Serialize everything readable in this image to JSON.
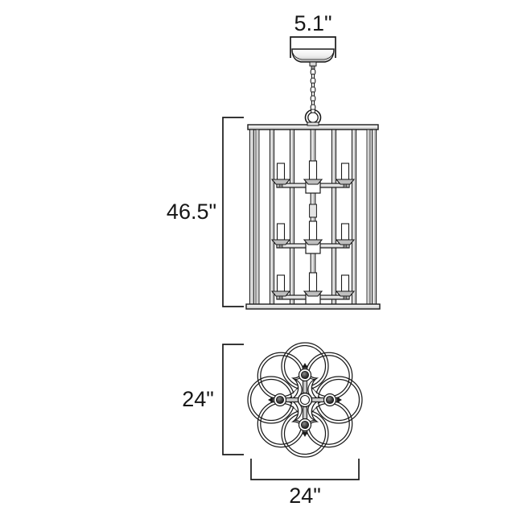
{
  "drawing": {
    "title": "Lighting fixture dimension drawing",
    "background_color": "#ffffff",
    "line_color": "#1a1a1a",
    "fill_color": "#ffffff",
    "shade_color": "#d4d4d4",
    "text_color": "#161616"
  },
  "dimensions": {
    "canopy_width": {
      "label": "5.1\"",
      "value": 5.1,
      "unit": "in",
      "axis": "horizontal",
      "describes": "canopy-width"
    },
    "overall_height": {
      "label": "46.5\"",
      "value": 46.5,
      "unit": "in",
      "axis": "vertical",
      "describes": "fixture-body-height"
    },
    "plan_height": {
      "label": "24\"",
      "value": 24,
      "unit": "in",
      "axis": "vertical",
      "describes": "plan-view-diameter"
    },
    "plan_width": {
      "label": "24\"",
      "value": 24,
      "unit": "in",
      "axis": "horizontal",
      "describes": "plan-view-diameter"
    }
  },
  "elevation_view": {
    "name": "elevation",
    "canopy": {
      "name": "ceiling-canopy"
    },
    "chain": {
      "name": "suspension-chain",
      "link_count": 9
    },
    "loop": {
      "name": "hanger-loop-ring"
    },
    "top_plate": {
      "name": "top-frame-plate"
    },
    "bottom_plate": {
      "name": "bottom-frame-plate"
    },
    "vertical_rods": {
      "name": "cage-vertical-rods",
      "count": 7
    },
    "center_stem": {
      "name": "center-stem"
    },
    "tiers": [
      {
        "name": "candle-tier-upper",
        "candles": 3
      },
      {
        "name": "candle-tier-middle",
        "candles": 3
      },
      {
        "name": "candle-tier-lower",
        "candles": 3
      }
    ],
    "total_candles": 9
  },
  "plan_view": {
    "name": "plan",
    "outer_rosette": {
      "name": "outer-rosette-petals",
      "petal_count": 8
    },
    "inner_quatrefoil": {
      "name": "inner-quatrefoil"
    },
    "center_hub": {
      "name": "center-hub"
    },
    "spokes": {
      "name": "socket-spokes",
      "count": 4
    },
    "sockets": {
      "name": "candle-sockets",
      "count": 4
    }
  }
}
